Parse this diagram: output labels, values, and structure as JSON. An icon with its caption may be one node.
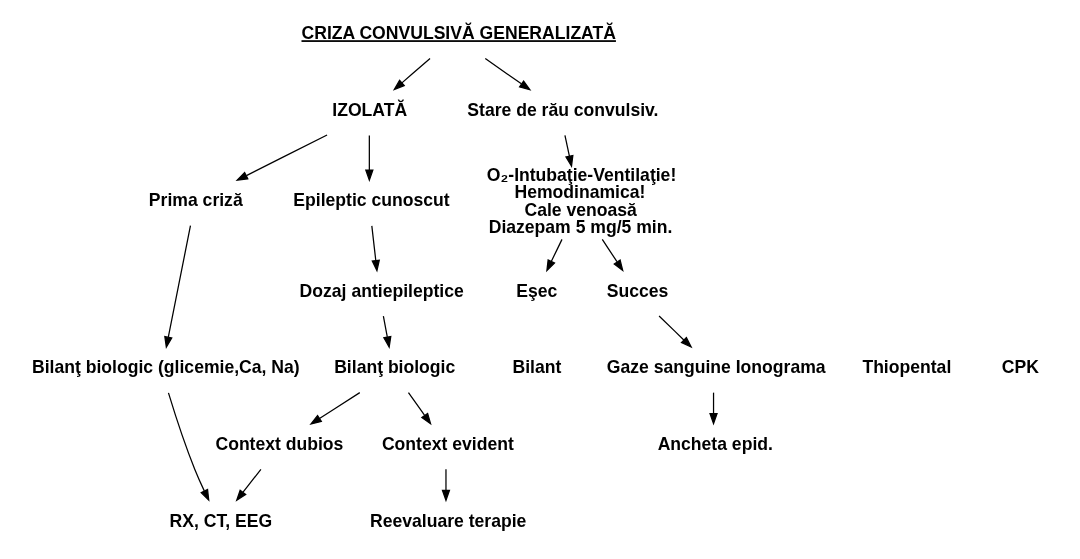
{
  "diagram": {
    "nodes": [
      {
        "text": [
          "CRIZA CONVULSIVĂ GENERALIZATĂ"
        ]
      },
      {
        "text": [
          "IZOLATĂ"
        ]
      },
      {
        "text": [
          "Stare de rău convulsiv."
        ]
      },
      {
        "text": [
          "Prima criză"
        ]
      },
      {
        "text": [
          "Epileptic cunoscut"
        ]
      },
      {
        "text": [
          "O₂-Intubaţie-Ventilaţie!",
          "Hemodinamica!",
          "Cale venoasă",
          "Diazepam 5 mg/5 min."
        ]
      },
      {
        "text": [
          "Dozaj antiepileptice"
        ]
      },
      {
        "text": [
          "Bilanţ biologic (glicemie,Ca, Na)"
        ]
      },
      {
        "text": [
          "Bilanţ biologic"
        ]
      },
      {
        "text": [
          "Context dubios"
        ]
      },
      {
        "text": [
          "Context evident"
        ]
      },
      {
        "text": [
          "RX, CT, EEG"
        ]
      },
      {
        "text": [
          "Reevaluare terapie"
        ]
      },
      {
        "text": [
          "Eşec"
        ]
      },
      {
        "text": [
          "Succes"
        ]
      },
      {
        "text": [
          "Gaze sanguine Ionograma"
        ]
      },
      {
        "text": [
          "Ancheta epid."
        ]
      }
    ],
    "edges": [
      {
        "from": 0,
        "to": 1,
        "arrow": "to"
      },
      {
        "from": 0,
        "to": 2,
        "arrow": "to"
      },
      {
        "from": 1,
        "to": 3,
        "arrow": "to"
      },
      {
        "from": 1,
        "to": 4,
        "arrow": "to"
      },
      {
        "from": 2,
        "to": 5,
        "arrow": "to"
      },
      {
        "from": 3,
        "to": 7,
        "arrow": "to"
      },
      {
        "from": 4,
        "to": 6,
        "arrow": "to"
      },
      {
        "from": 6,
        "to": 8,
        "arrow": "to"
      },
      {
        "from": 8,
        "to": 9,
        "arrow": "to"
      },
      {
        "from": 8,
        "to": 10,
        "arrow": "to"
      },
      {
        "from": 7,
        "to": 11,
        "arrow": "to"
      },
      {
        "from": 9,
        "to": 11,
        "arrow": "to"
      },
      {
        "from": 10,
        "to": 12,
        "arrow": "to"
      },
      {
        "from": 5,
        "to": 13,
        "arrow": "to"
      },
      {
        "from": 5,
        "to": 14,
        "arrow": "to"
      },
      {
        "from": 14,
        "to": 15,
        "arrow": "to"
      },
      {
        "from": 15,
        "to": 16,
        "arrow": "to"
      }
    ],
    "labels": [
      "Bilant",
      "Thiopental",
      "CPK"
    ]
  }
}
